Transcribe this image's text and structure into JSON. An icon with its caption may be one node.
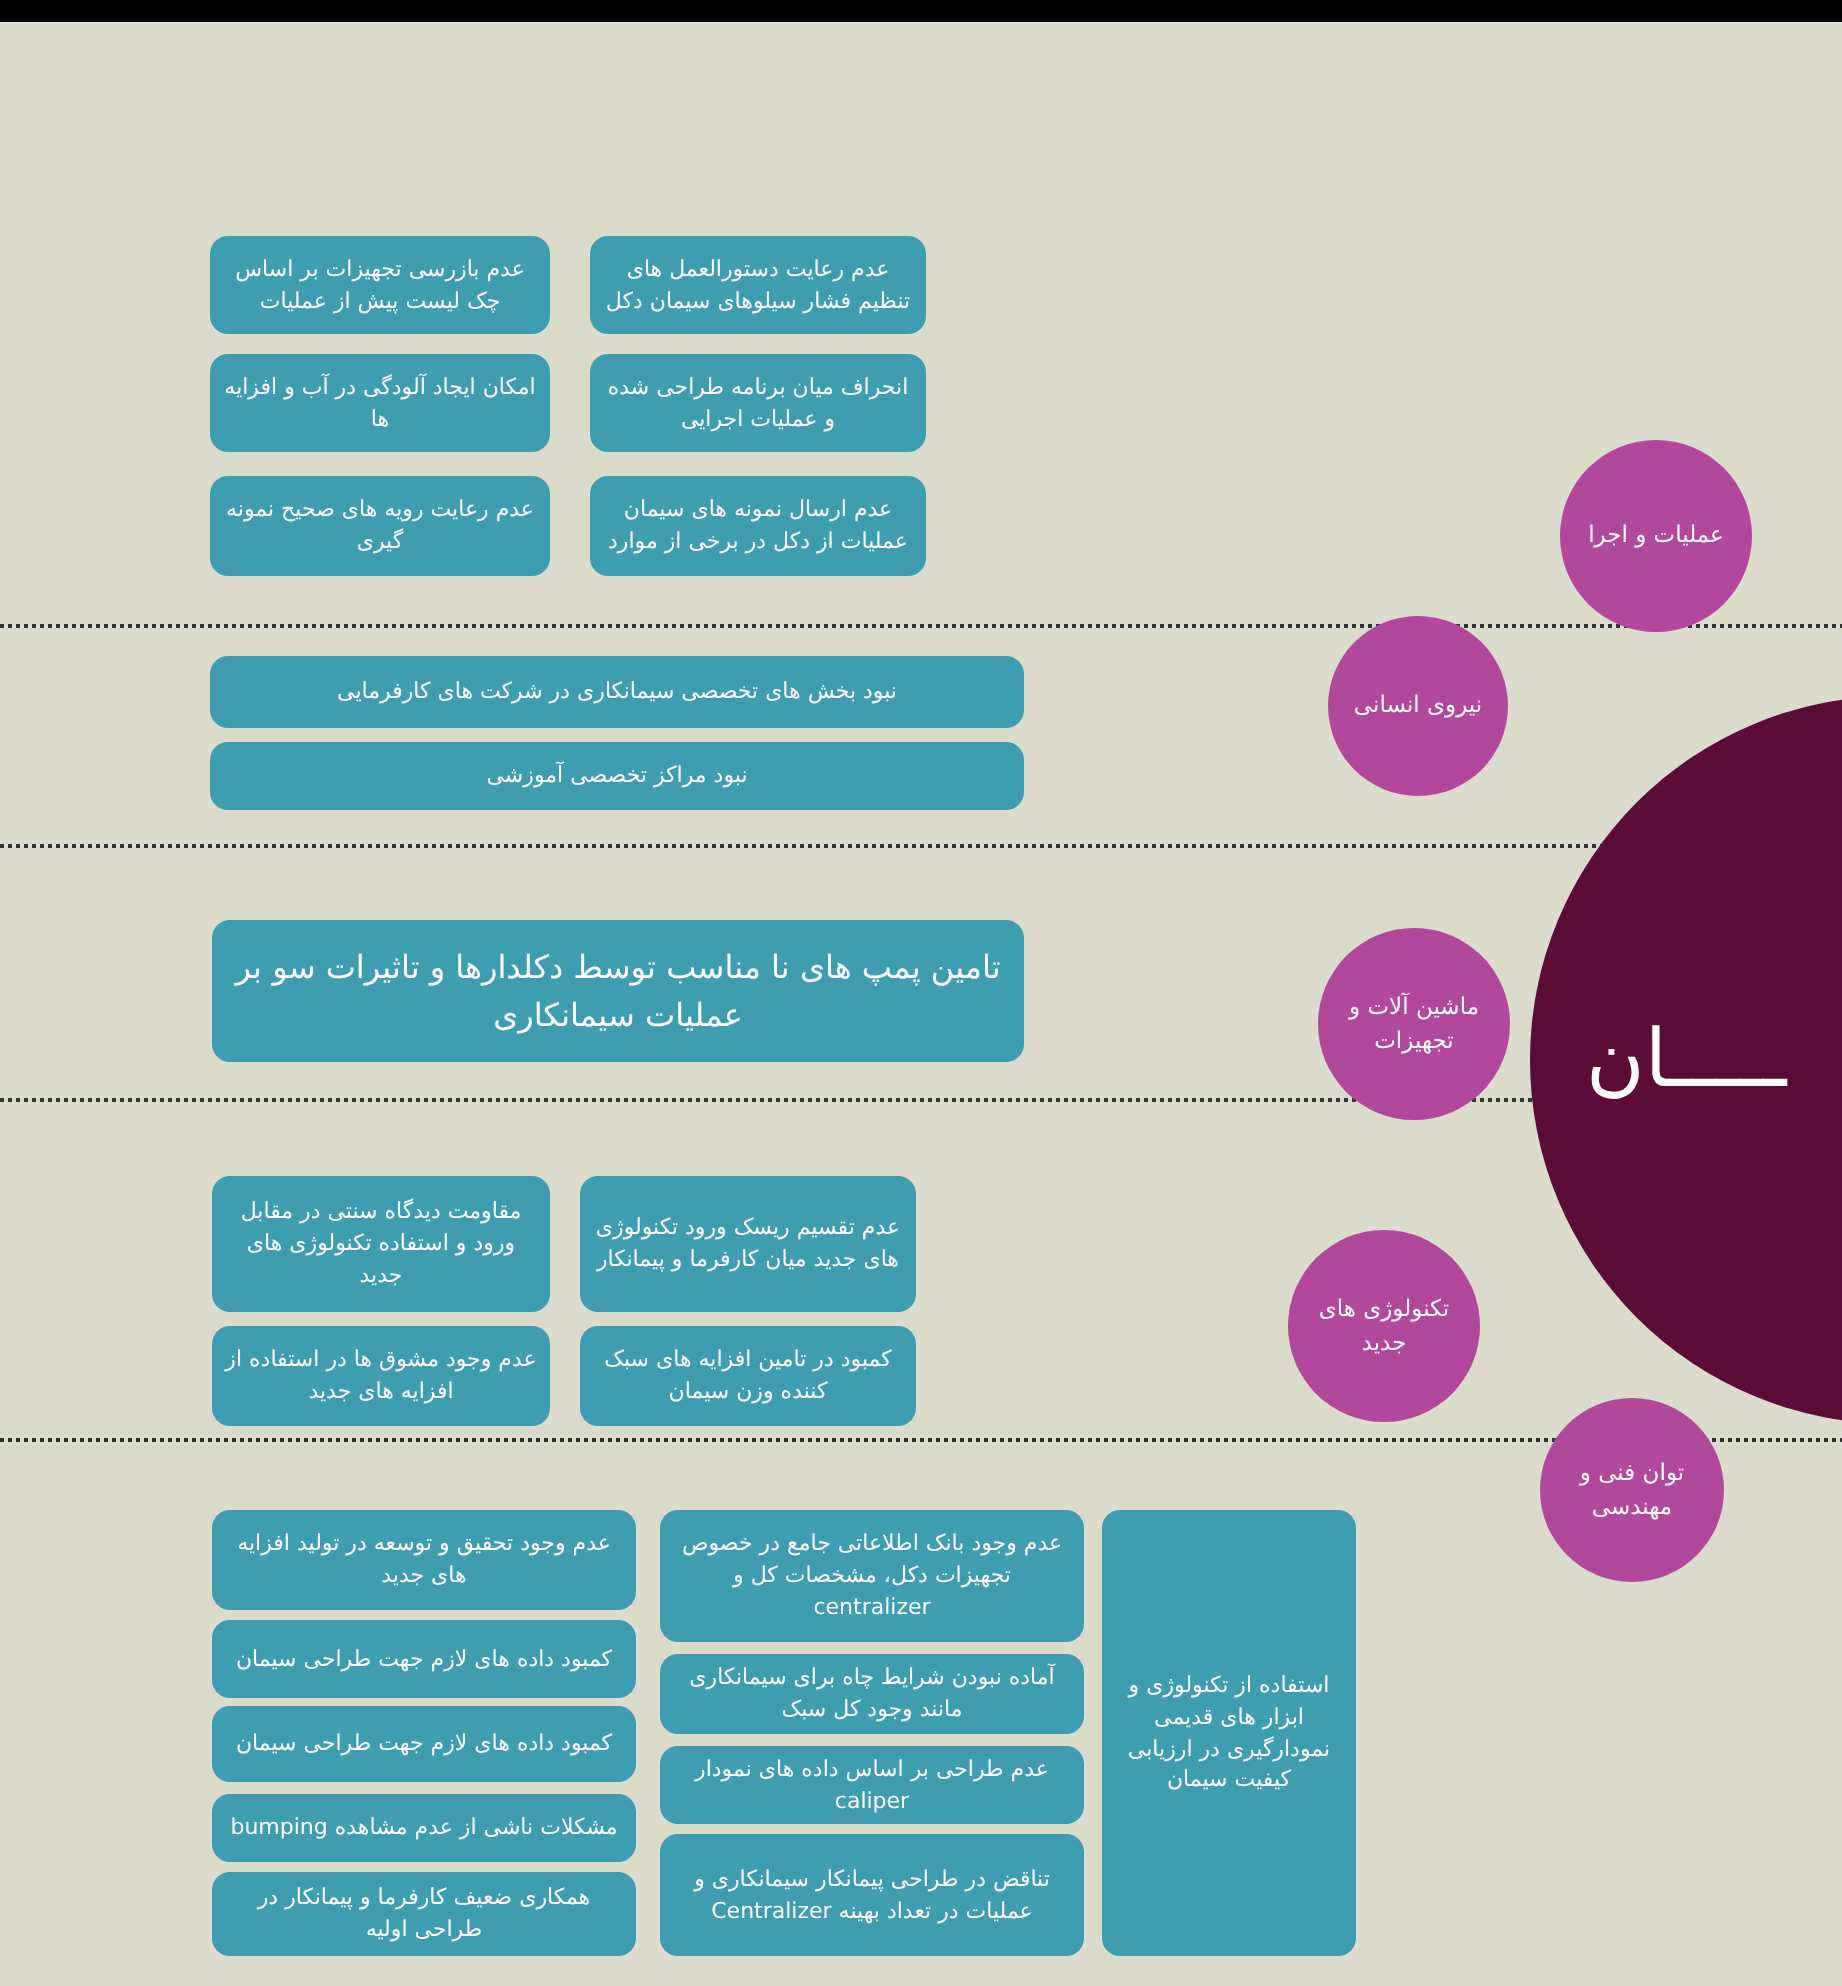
{
  "diagram": {
    "nodes": [
      {
        "text": [
          "ـــــان"
        ]
      },
      {
        "text": [
          "عملیات و اجرا"
        ]
      },
      {
        "text": [
          "عدم رعایت دستورالعمل های تنظیم فشار سیلوهای سیمان دکل"
        ]
      },
      {
        "text": [
          "عدم بازرسی تجهیزات بر اساس چک لیست پیش از عملیات"
        ]
      },
      {
        "text": [
          "انحراف میان برنامه طراحی شده و عملیات اجرایی"
        ]
      },
      {
        "text": [
          "امکان ایجاد آلودگی در آب و افزایه ها"
        ]
      },
      {
        "text": [
          "عدم ارسال نمونه های سیمان عملیات از دکل در برخی از موارد"
        ]
      },
      {
        "text": [
          "عدم رعایت رویه های صحیح نمونه گیری"
        ]
      },
      {
        "text": [
          "نیروی انسانی"
        ]
      },
      {
        "text": [
          "نبود بخش های تخصصی سیمانکاری در شرکت های کارفرمایی"
        ]
      },
      {
        "text": [
          "نبود مراکز تخصصی آموزشی"
        ]
      },
      {
        "text": [
          "ماشین آلات و تجهیزات"
        ]
      },
      {
        "text": [
          "تامین پمپ های نا مناسب توسط دکلدارها و تاثیرات سو بر عملیات سیمانکاری"
        ]
      },
      {
        "text": [
          "تکنولوژی های جدید"
        ]
      },
      {
        "text": [
          "عدم تقسیم ریسک ورود تکنولوژی های جدید میان کارفرما و پیمانکار"
        ]
      },
      {
        "text": [
          "مقاومت دیدگاه سنتی در مقابل ورود و استفاده تکنولوژی های جدید"
        ]
      },
      {
        "text": [
          "کمبود در تامین افزایه های سبک کننده وزن سیمان"
        ]
      },
      {
        "text": [
          "عدم وجود مشوق ها در استفاده از افزایه های جدید"
        ]
      },
      {
        "text": [
          "توان فنی و مهندسی"
        ]
      },
      {
        "text": [
          "استفاده از تکنولوژی و ابزار های قدیمی نمودارگیری در ارزیابی کیفیت سیمان"
        ]
      },
      {
        "text": [
          "عدم وجود بانک اطلاعاتی جامع در خصوص تجهیزات دکل، مشخصات کل و centralizer"
        ]
      },
      {
        "text": [
          "آماده نبودن شرایط چاه برای سیمانکاری مانند وجود کل سبک"
        ]
      },
      {
        "text": [
          "عدم طراحی بر اساس داده های نمودار caliper"
        ]
      },
      {
        "text": [
          "تناقض در طراحی پیمانکار سیمانکاری و عملیات در تعداد بهینه Centralizer"
        ]
      },
      {
        "text": [
          "عدم وجود تحقیق و توسعه در تولید افزایه های جدید"
        ]
      },
      {
        "text": [
          "کمبود داده های لازم جهت طراحی سیمان"
        ]
      },
      {
        "text": [
          "کمبود داده های لازم جهت طراحی سیمان"
        ]
      },
      {
        "text": [
          "مشکلات ناشی از عدم مشاهده bumping"
        ]
      },
      {
        "text": [
          "همکاری ضعیف کارفرما و پیمانکار در طراحی اولیه"
        ]
      }
    ]
  }
}
